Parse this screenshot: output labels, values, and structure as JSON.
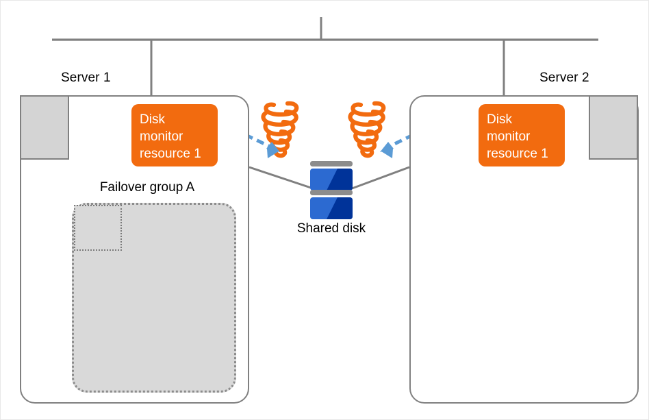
{
  "diagram": {
    "title": "Shared disk failure / disk monitor resource diagram",
    "colors": {
      "orange": "#f26b0f",
      "blue_light": "#2c6ad1",
      "blue_dark": "#003399",
      "gray_line": "#808080",
      "group_fill": "#d9d9d9",
      "arrow_blue": "#5b9bd5"
    }
  },
  "network": {
    "bus_label": "",
    "name": "interconnect-bus"
  },
  "servers": [
    {
      "label": "Server 1",
      "icon": "server-icon",
      "monitor_icon": "disk-monitor-globe-icon",
      "resource": {
        "lines": [
          "Disk",
          "monitor",
          "resource 1"
        ]
      },
      "group": {
        "label": "Failover group A",
        "icon": "disabled-group-resource-icon"
      }
    },
    {
      "label": "Server 2",
      "icon": "server-icon",
      "monitor_icon": "disk-monitor-globe-icon",
      "resource": {
        "lines": [
          "Disk",
          "monitor",
          "resource 1"
        ]
      },
      "group": null
    }
  ],
  "shared_disk": {
    "label": "Shared disk",
    "icon": "shared-disk-icon",
    "units": 2
  },
  "failures": [
    {
      "icon": "tornado-failure-icon",
      "arrow": "dashed-arrow-down-right"
    },
    {
      "icon": "tornado-failure-icon",
      "arrow": "dashed-arrow-down-left"
    }
  ]
}
